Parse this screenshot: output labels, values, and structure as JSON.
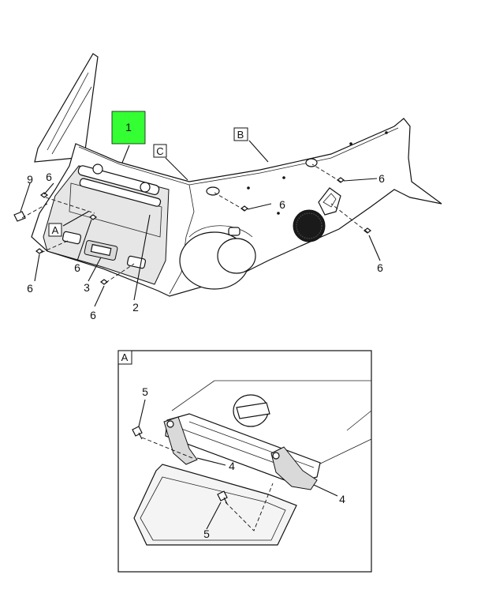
{
  "diagram": {
    "highlight_callout": "1",
    "highlight_color": "#33ff33",
    "callouts_main": {
      "c1": "1",
      "c2": "2",
      "c3": "3",
      "c6a": "6",
      "c6b": "6",
      "c6c": "6",
      "c6d": "6",
      "c6e": "6",
      "c6f": "6",
      "c6g": "6",
      "c9": "9"
    },
    "view_boxes": {
      "A": "A",
      "B": "B",
      "C": "C"
    },
    "detail": {
      "title": "A",
      "callouts": {
        "c4a": "4",
        "c4b": "4",
        "c5a": "5",
        "c5b": "5"
      }
    }
  }
}
